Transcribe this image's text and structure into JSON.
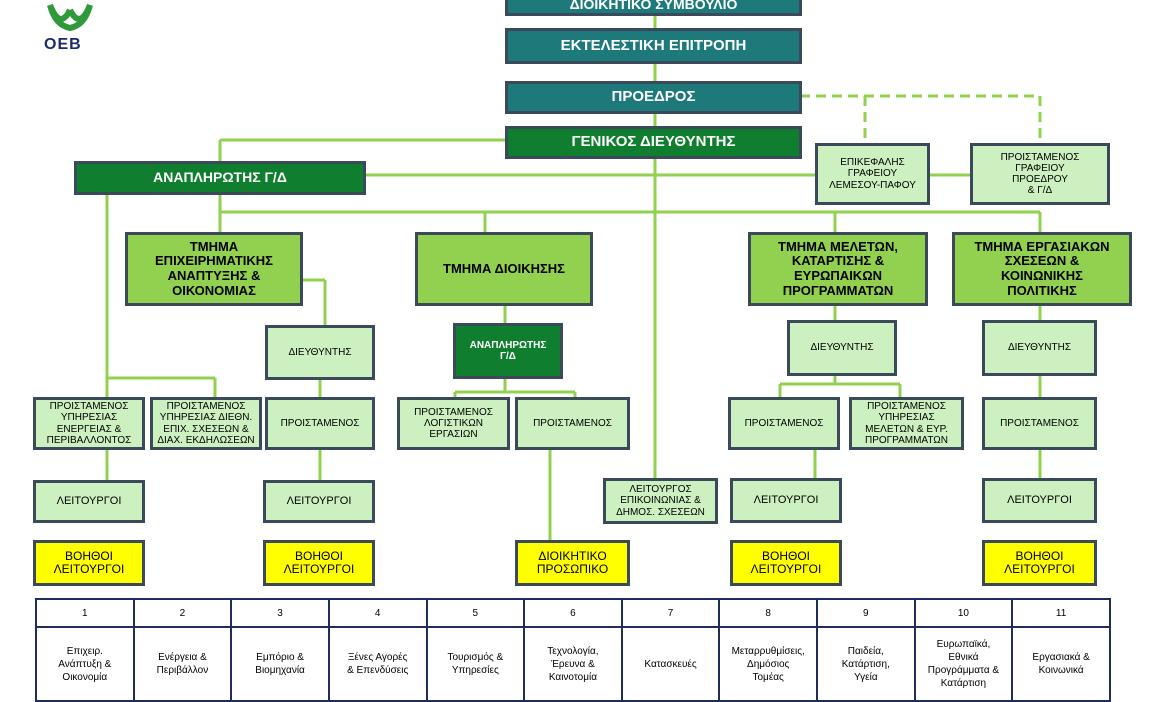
{
  "logo": {
    "text": "ΟΕΒ"
  },
  "top": {
    "board": "ΔΙΟΙΚΗΤΙΚΟ ΣΥΜΒΟΥΛΙΟ",
    "executive": "ΕΚΤΕΛΕΣΤΙΚΗ ΕΠΙΤΡΟΠΗ",
    "president": "ΠΡΟΕΔΡΟΣ",
    "gm": "ΓΕΝΙΚΟΣ ΔΙΕΥΘΥΝΤΗΣ",
    "deputy_gm": "ΑΝΑΠΛΗΡΩΤΗΣ Γ/Δ",
    "limassol_office": "ΕΠΙΚΕΦΑΛΗΣ\nΓΡΑΦΕΙΟΥ\nΛΕΜΕΣΟΥ-ΠΑΦΟΥ",
    "president_office": "ΠΡΟΙΣΤΑΜΕΝΟΣ\nΓΡΑΦΕΙΟΥ\nΠΡΟΕΔΡΟΥ\n& Γ/Δ"
  },
  "departments": {
    "business": "ΤΜΗΜΑ\nΕΠΙΧΕΙΡΗΜΑΤΙΚΗΣ\nΑΝΑΠΤΥΞΗΣ &\nΟΙΚΟΝΟΜΙΑΣ",
    "admin": "ΤΜΗΜΑ ΔΙΟΙΚΗΣΗΣ",
    "studies": "ΤΜΗΜΑ ΜΕΛΕΤΩΝ,\nΚΑΤΑΡΤΙΣΗΣ &\nΕΥΡΩΠΑΙΚΩΝ\nΠΡΟΓΡΑΜΜΑΤΩΝ",
    "labour": "ΤΜΗΜΑ ΕΡΓΑΣΙΑΚΩΝ\nΣΧΕΣΕΩΝ &\nΚΟΙΝΩΝΙΚΗΣ\nΠΟΛΙΤΙΚΗΣ"
  },
  "roles": {
    "director": "ΔΙΕΥΘΥΝΤΗΣ",
    "deputy_gd_short": "ΑΝΑΠΛΗΡΩΤΗΣ\nΓ/Δ",
    "head": "ΠΡΟΙΣΤΑΜΕΝΟΣ",
    "head_energy": "ΠΡΟΙΣΤΑΜΕΝΟΣ\nΥΠΗΡΕΣΙΑΣ\nΕΝΕΡΓΕΙΑΣ &\nΠΕΡΙΒΑΛΛΟΝΤΟΣ",
    "head_intl": "ΠΡΟΙΣΤΑΜΕΝΟΣ\nΥΠΗΡΕΣΙΑΣ ΔΙΕΘΝ.\nΕΠΙΧ. ΣΧΕΣΕΩΝ &\nΔΙΑΧ. ΕΚΔΗΛΩΣΕΩΝ",
    "head_accounting": "ΠΡΟΙΣΤΑΜΕΝΟΣ\nΛΟΓΙΣΤΙΚΩΝ\nΕΡΓΑΣΙΩΝ",
    "head_studies": "ΠΡΟΙΣΤΑΜΕΝΟΣ\nΥΠΗΡΕΣΙΑΣ\nΜΕΛΕΤΩΝ & ΕΥΡ.\nΠΡΟΓΡΑΜΜΑΤΩΝ",
    "officers": "ΛΕΙΤΟΥΡΓΟΙ",
    "pr_officer": "ΛΕΙΤΟΥΡΓΟΣ\nΕΠΙΚΟΙΝΩΝΙΑΣ &\nΔΗΜΟΣ. ΣΧΕΣΕΩΝ",
    "assistant_officers": "ΒΟΗΘΟΙ\nΛΕΙΤΟΥΡΓΟΙ",
    "admin_staff": "ΔΙΟΙΚΗΤΙΚΟ\nΠΡΟΣΩΠΙΚΟ"
  },
  "sectors": [
    {
      "num": "1",
      "label": "Επιχειρ.\nΑνάπτυξη &\nΟικονομία"
    },
    {
      "num": "2",
      "label": "Ενέργεια &\nΠεριβάλλον"
    },
    {
      "num": "3",
      "label": "Εμπόριο &\nΒιομηχανία"
    },
    {
      "num": "4",
      "label": "Ξένες Αγορές\n& Επενδύσεις"
    },
    {
      "num": "5",
      "label": "Τουρισμός &\nΥπηρεσίες"
    },
    {
      "num": "6",
      "label": "Τεχνολογία,\nΈρευνα &\nΚαινοτομία"
    },
    {
      "num": "7",
      "label": "Κατασκευές"
    },
    {
      "num": "8",
      "label": "Μεταρρυθμίσεις,\nΔημόσιος\nΤομέας"
    },
    {
      "num": "9",
      "label": "Παιδεία,\nΚατάρτιση,\nΥγεία"
    },
    {
      "num": "10",
      "label": "Ευρωπαϊκά,\nΕθνικά\nΠρογράμματα &\nΚατάρτιση"
    },
    {
      "num": "11",
      "label": "Εργασιακά &\nΚοινωνικά"
    }
  ],
  "colors": {
    "teal": "#1e7a7a",
    "dark_green": "#0f7f2f",
    "light_green": "#92d050",
    "pale_green": "#ccf0c0",
    "yellow": "#ffff00",
    "line": "#92d050"
  }
}
